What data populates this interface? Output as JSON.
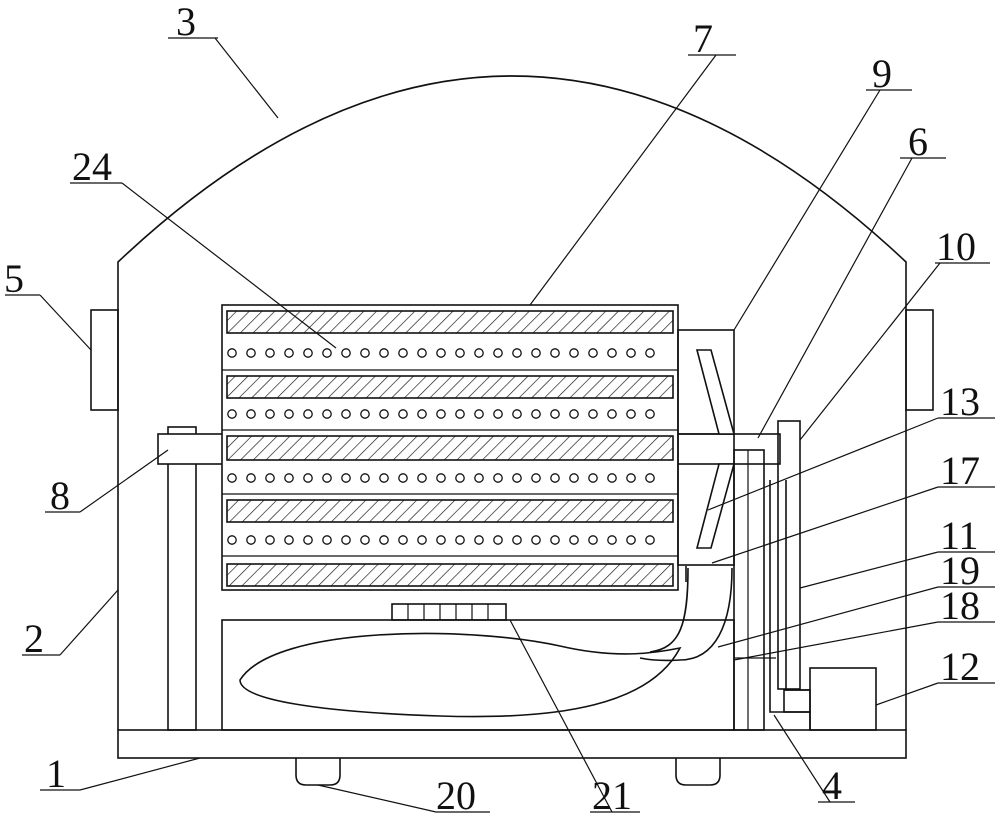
{
  "labels": {
    "l1": "1",
    "l2": "2",
    "l3": "3",
    "l4": "4",
    "l5": "5",
    "l6": "6",
    "l7": "7",
    "l8": "8",
    "l9": "9",
    "l10": "10",
    "l11": "11",
    "l12": "12",
    "l13": "13",
    "l17": "17",
    "l18": "18",
    "l19": "19",
    "l20": "20",
    "l21": "21",
    "l24": "24"
  }
}
